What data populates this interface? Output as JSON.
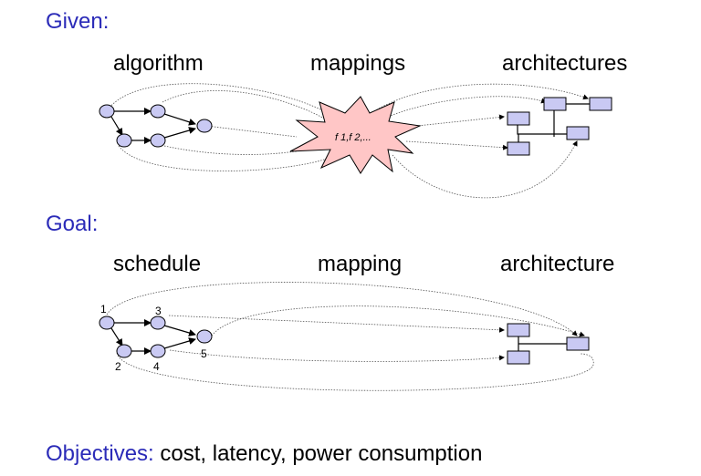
{
  "given": {
    "heading": "Given:",
    "labels": [
      "algorithm",
      "mappings",
      "architectures"
    ],
    "functions": "f 1,f 2,..."
  },
  "goal": {
    "heading": "Goal:",
    "labels": [
      "schedule",
      "mapping",
      "architecture"
    ],
    "task_numbers": [
      "1",
      "2",
      "3",
      "4",
      "5"
    ]
  },
  "objectives": {
    "label": "Objectives:",
    "text": " cost, latency, power consumption"
  },
  "colors": {
    "heading": "#2b2bb8",
    "node_fill": "#c9c9f3",
    "burst_fill": "#ffc6c6"
  }
}
